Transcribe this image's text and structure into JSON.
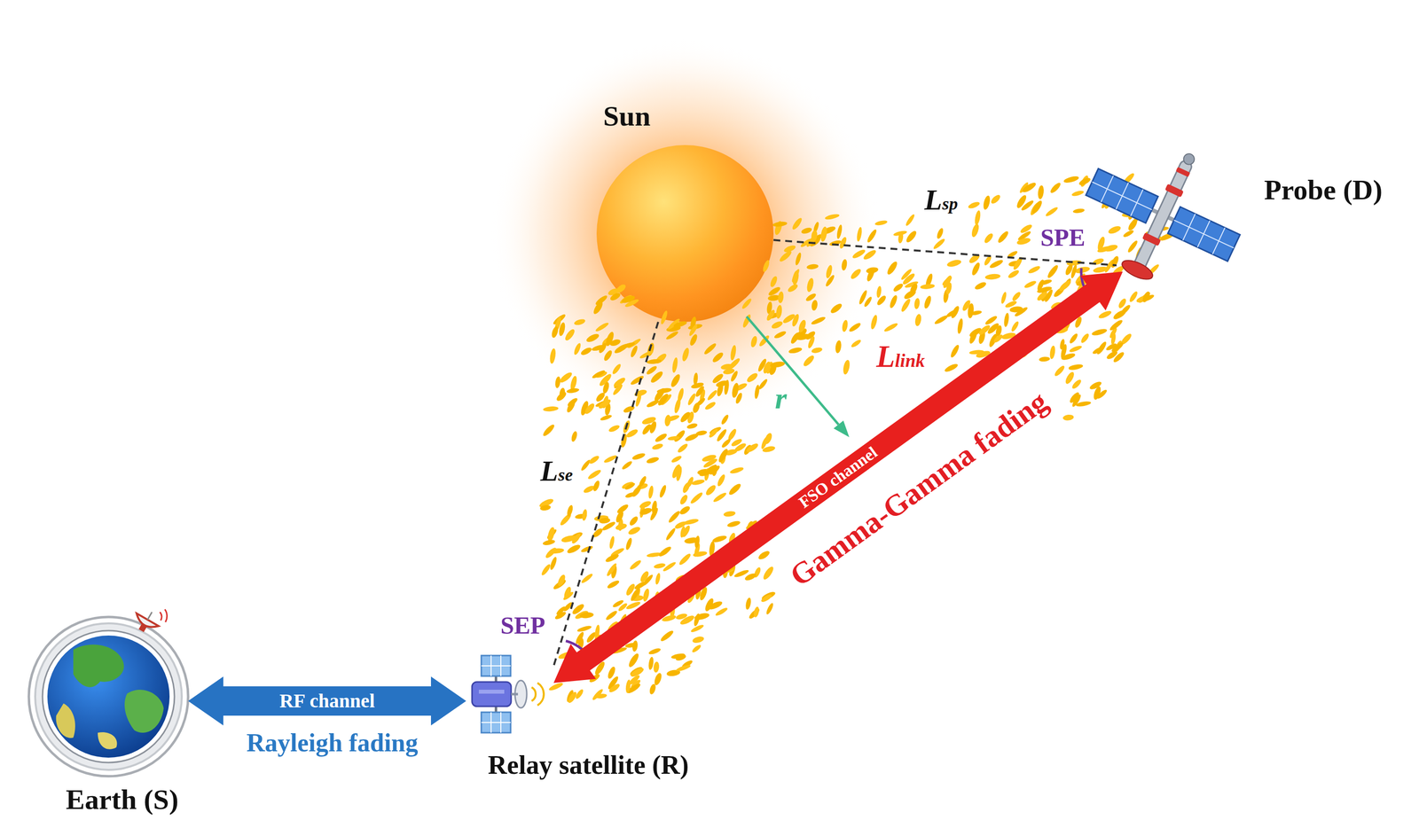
{
  "diagram": {
    "nodes": [
      {
        "text": [
          "Sun"
        ]
      },
      {
        "text": [
          "Probe (D)"
        ]
      },
      {
        "text": [
          "Relay satellite (R)"
        ]
      },
      {
        "text": [
          "Earth (S)"
        ]
      }
    ],
    "edges": [
      {
        "from": 3,
        "to": 2,
        "arrow": "both",
        "label": "RF channel"
      },
      {
        "from": 2,
        "to": 1,
        "arrow": "both",
        "label": "FSO channel"
      },
      {
        "from": 0,
        "to": 1,
        "arrow": "none"
      },
      {
        "from": 0,
        "to": 2,
        "arrow": "none"
      }
    ],
    "labels": [
      "Lsp",
      "SPE",
      "Llink",
      "r",
      "Lse",
      "Gamma-Gamma fading",
      "SEP",
      "Rayleigh fading"
    ]
  }
}
